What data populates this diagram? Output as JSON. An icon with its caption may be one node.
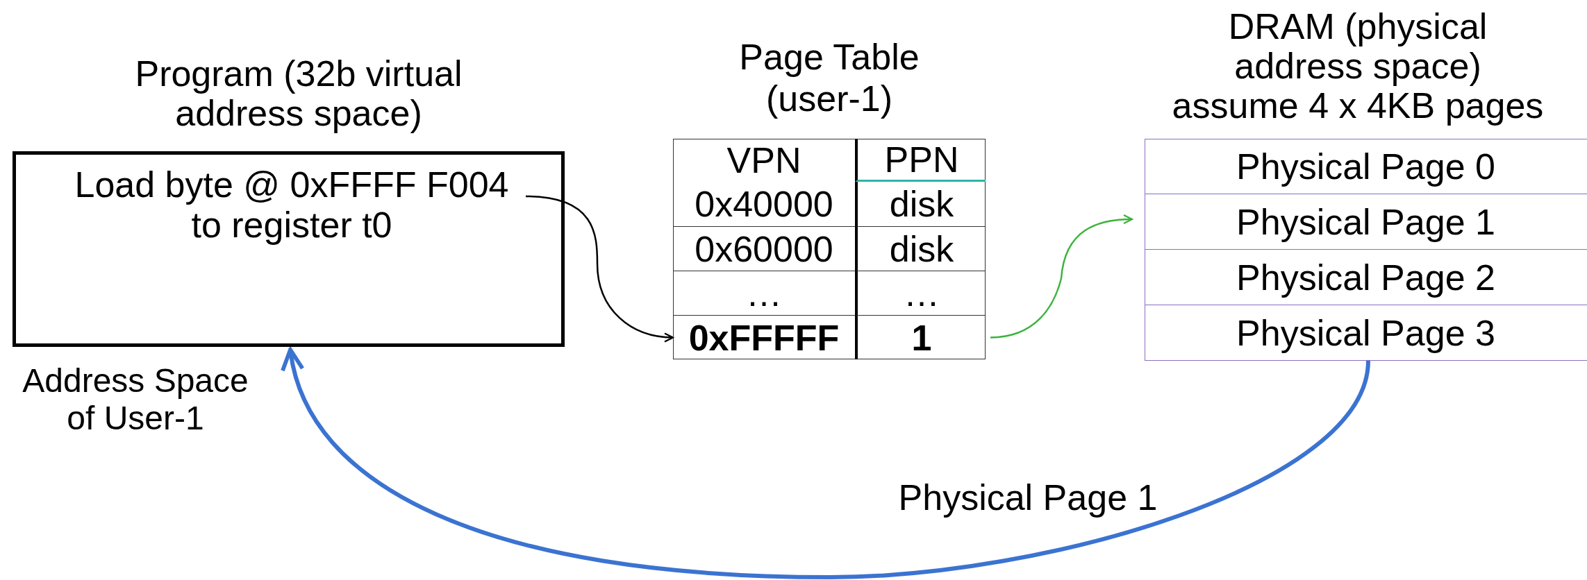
{
  "diagram": {
    "nodes": [
      {
        "text": [
          "Program (32b virtual address space)",
          "Load byte @ 0xFFFF F004 to register t0"
        ],
        "beside": [
          "Address Space of User-1"
        ]
      },
      {
        "text": [
          "Page Table (user-1)"
        ]
      },
      {
        "text": [
          "VPN"
        ],
        "in": 1
      },
      {
        "text": [
          "PPN"
        ],
        "in": 1
      },
      {
        "text": [
          "0x40000"
        ],
        "in": 1
      },
      {
        "text": [
          "disk"
        ],
        "in": 1
      },
      {
        "text": [
          "0x60000"
        ],
        "in": 1
      },
      {
        "text": [
          "disk"
        ],
        "in": 1
      },
      {
        "text": [
          "…"
        ],
        "in": 1
      },
      {
        "text": [
          "…"
        ],
        "in": 1
      },
      {
        "text": [
          "0xFFFFF"
        ],
        "in": 1
      },
      {
        "text": [
          "1"
        ],
        "in": 1
      },
      {
        "text": [
          "DRAM (physical address space) assume 4 x 4KB pages"
        ]
      },
      {
        "text": [
          "Physical Page 0"
        ],
        "in": 12
      },
      {
        "text": [
          "Physical Page 1"
        ],
        "in": 12
      },
      {
        "text": [
          "Physical Page 2"
        ],
        "in": 12
      },
      {
        "text": [
          "Physical Page 3"
        ],
        "in": 12
      }
    ],
    "edges": [
      {
        "from": 0,
        "to": 10,
        "arrow": "to"
      },
      {
        "from": 11,
        "to": 14,
        "arrow": "to",
        "color": "#3db33d"
      },
      {
        "from": 16,
        "to": 0,
        "arrow": "to",
        "label": "Physical Page 1",
        "style": "thick",
        "color": "#3b73d1"
      }
    ]
  }
}
